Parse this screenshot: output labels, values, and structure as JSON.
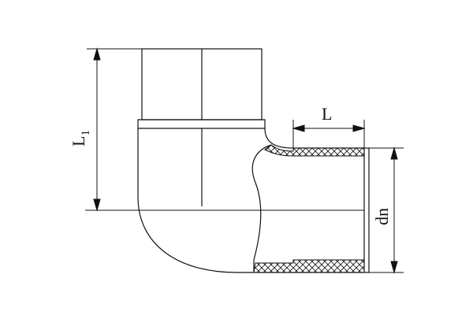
{
  "diagram": {
    "labels": {
      "L1_main": "L",
      "L1_sub": "1",
      "L": "L",
      "dn": "dn"
    },
    "colors": {
      "stroke": "#111111",
      "background": "#ffffff"
    }
  }
}
